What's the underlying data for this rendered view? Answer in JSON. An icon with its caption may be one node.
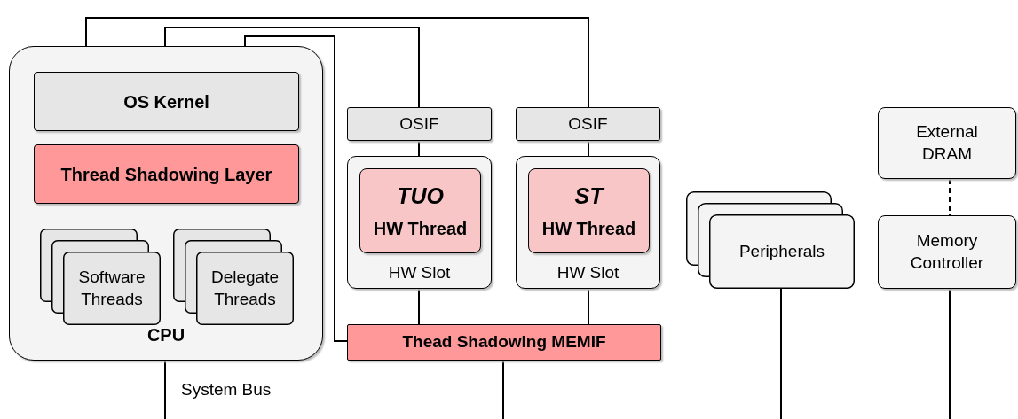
{
  "diagram": {
    "nodes": [
      {
        "text": [
          "CPU"
        ]
      },
      {
        "text": [
          "OS Kernel"
        ],
        "in": 0
      },
      {
        "text": [
          "Thread Shadowing Layer"
        ],
        "in": 0
      },
      {
        "text": [
          "Software Threads"
        ],
        "in": 0
      },
      {
        "text": [
          "Delegate Threads"
        ],
        "in": 0
      },
      {
        "text": [
          "OSIF"
        ]
      },
      {
        "text": [
          "HW Slot"
        ]
      },
      {
        "text": [
          "TUO",
          "HW Thread"
        ],
        "in": 6
      },
      {
        "text": [
          "OSIF"
        ]
      },
      {
        "text": [
          "HW Slot"
        ]
      },
      {
        "text": [
          "ST",
          "HW Thread"
        ],
        "in": 9
      },
      {
        "text": [
          "Thead Shadowing MEMIF"
        ]
      },
      {
        "text": [
          "Peripherals"
        ]
      },
      {
        "text": [
          "External DRAM"
        ]
      },
      {
        "text": [
          "Memory Controller"
        ]
      }
    ],
    "edges": [
      {
        "from": 0,
        "to": 8,
        "arrow": "none"
      },
      {
        "from": 0,
        "to": 5,
        "arrow": "none"
      },
      {
        "from": 0,
        "to": 11,
        "arrow": "none"
      },
      {
        "from": 5,
        "to": 6,
        "arrow": "none"
      },
      {
        "from": 8,
        "to": 9,
        "arrow": "none"
      },
      {
        "from": 6,
        "to": 11,
        "arrow": "none"
      },
      {
        "from": 9,
        "to": 11,
        "arrow": "none"
      },
      {
        "from": 13,
        "to": 14,
        "arrow": "none",
        "style": "dashed"
      },
      {
        "from": 0,
        "to": null,
        "arrow": "none"
      },
      {
        "from": 11,
        "to": null,
        "arrow": "none"
      },
      {
        "from": 12,
        "to": null,
        "arrow": "none"
      },
      {
        "from": 14,
        "to": null,
        "arrow": "none"
      }
    ],
    "labels": [
      "System Bus"
    ]
  }
}
